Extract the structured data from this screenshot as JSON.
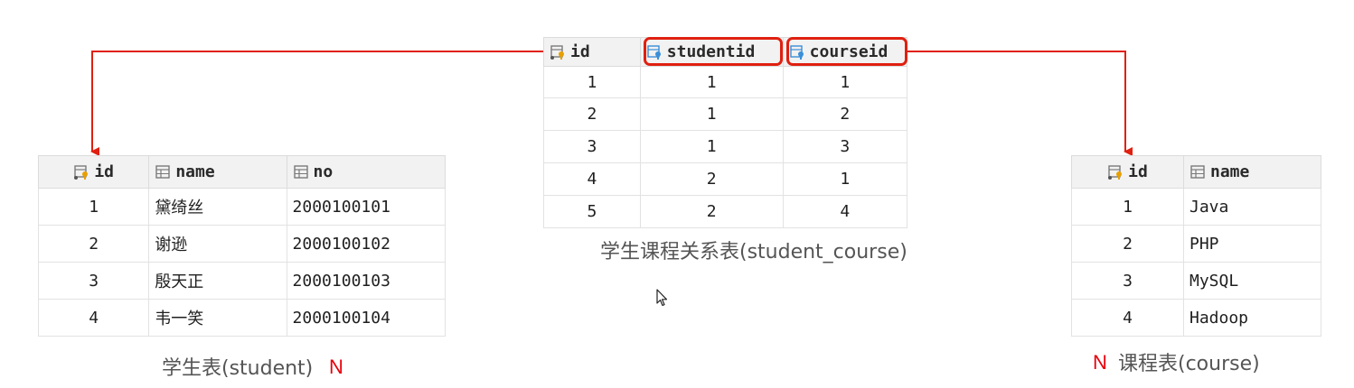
{
  "student": {
    "headers": [
      "id",
      "name",
      "no"
    ],
    "rows": [
      [
        "1",
        "黛绮丝",
        "2000100101"
      ],
      [
        "2",
        "谢逊",
        "2000100102"
      ],
      [
        "3",
        "殷天正",
        "2000100103"
      ],
      [
        "4",
        "韦一笑",
        "2000100104"
      ]
    ],
    "caption": "学生表(student)",
    "cardinality": "N"
  },
  "student_course": {
    "headers": [
      "id",
      "studentid",
      "courseid"
    ],
    "rows": [
      [
        "1",
        "1",
        "1"
      ],
      [
        "2",
        "1",
        "2"
      ],
      [
        "3",
        "1",
        "3"
      ],
      [
        "4",
        "2",
        "1"
      ],
      [
        "5",
        "2",
        "4"
      ]
    ],
    "caption": "学生课程关系表(student_course)"
  },
  "course": {
    "headers": [
      "id",
      "name"
    ],
    "rows": [
      [
        "1",
        "Java"
      ],
      [
        "2",
        "PHP"
      ],
      [
        "3",
        "MySQL"
      ],
      [
        "4",
        "Hadoop"
      ]
    ],
    "caption": "课程表(course)",
    "cardinality": "N"
  },
  "colors": {
    "relation_line": "#e02010",
    "cardinality_label": "#e8000b",
    "key_icon": "#e8a000",
    "fk_icon": "#3a8fd8",
    "column_icon": "#7a7a7a"
  },
  "icons": {
    "primary_key": "key-column-icon",
    "foreign_key": "foreign-key-column-icon",
    "column": "column-icon"
  }
}
